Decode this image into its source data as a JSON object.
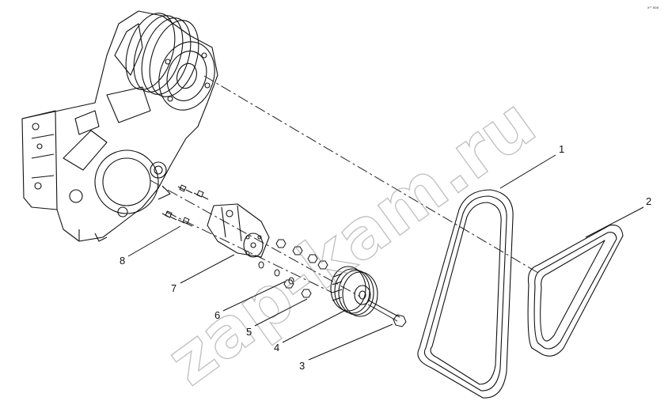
{
  "diagram": {
    "corner_code": "x²⁰ ooo",
    "watermark": "zap-kam.ru",
    "callouts": [
      {
        "id": "1",
        "label": "1"
      },
      {
        "id": "2",
        "label": "2"
      },
      {
        "id": "3",
        "label": "3"
      },
      {
        "id": "4",
        "label": "4"
      },
      {
        "id": "5",
        "label": "5"
      },
      {
        "id": "6",
        "label": "6"
      },
      {
        "id": "7",
        "label": "7"
      },
      {
        "id": "8",
        "label": "8"
      }
    ]
  }
}
